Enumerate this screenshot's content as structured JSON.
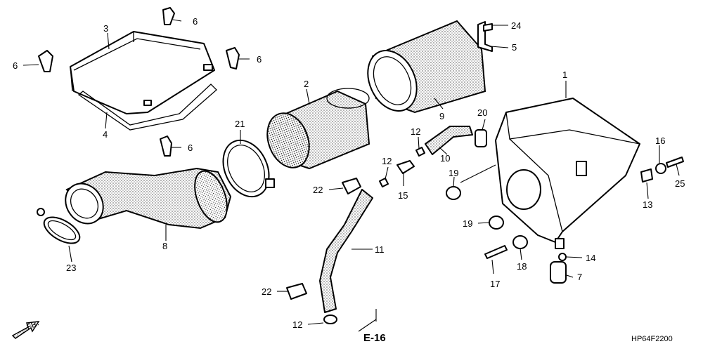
{
  "callouts": {
    "c1": "1",
    "c2": "2",
    "c3": "3",
    "c4": "4",
    "c5": "5",
    "c6a": "6",
    "c6b": "6",
    "c6c": "6",
    "c6d": "6",
    "c7": "7",
    "c8": "8",
    "c9": "9",
    "c10": "10",
    "c11": "11",
    "c12a": "12",
    "c12b": "12",
    "c12c": "12",
    "c13": "13",
    "c14": "14",
    "c15": "15",
    "c16": "16",
    "c17": "17",
    "c18": "18",
    "c19a": "19",
    "c19b": "19",
    "c20": "20",
    "c21": "21",
    "c22a": "22",
    "c22b": "22",
    "c23": "23",
    "c24": "24",
    "c25": "25"
  },
  "reference": "E-16",
  "front_label": "FR.",
  "diagram_code": "HP64F2200"
}
